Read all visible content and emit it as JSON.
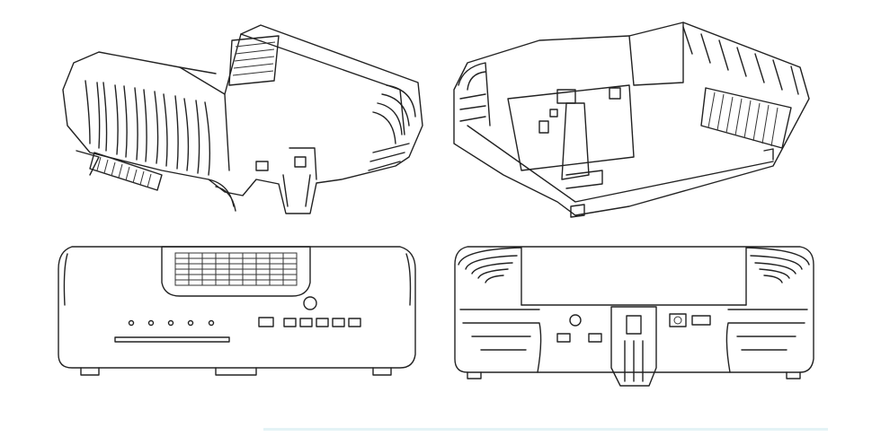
{
  "colors": {
    "line": "#222222",
    "background": "#ffffff",
    "bottom_rule": "#e3f3f6"
  },
  "views": [
    {
      "id": "perspective-front-top"
    },
    {
      "id": "perspective-rear-bottom"
    },
    {
      "id": "front-elevation"
    },
    {
      "id": "rear-elevation"
    }
  ]
}
